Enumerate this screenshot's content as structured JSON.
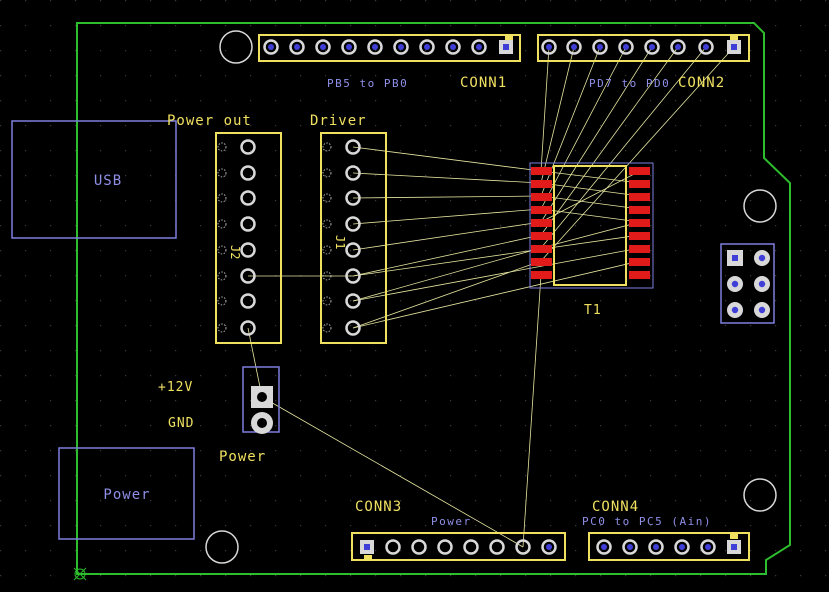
{
  "colors": {
    "background": "#000000",
    "outline": "#2dbd2d",
    "silkscreen": "#f0e060",
    "doc_layer": "#7f7fe0",
    "pad_ring": "#d8d8d8",
    "pad_hole": "#3f3fd8",
    "ratsnest": "#e6e6a0",
    "smd_pad": "#e11a1a"
  },
  "labels": {
    "usb": "USB",
    "power_jack": "Power",
    "power_out": "Power out",
    "driver": "Driver",
    "j2": "J2",
    "j1": "J1",
    "t1": "T1",
    "plus12v": "+12V",
    "gnd": "GND",
    "power_conn": "Power",
    "conn1": "CONN1",
    "conn1_sub": "PB5 to PB0",
    "conn2": "CONN2",
    "conn2_sub": "PD7 to PD0",
    "conn3": "CONN3",
    "conn3_sub": "Power",
    "conn4": "CONN4",
    "conn4_sub": "PC0 to PC5 (Ain)"
  }
}
